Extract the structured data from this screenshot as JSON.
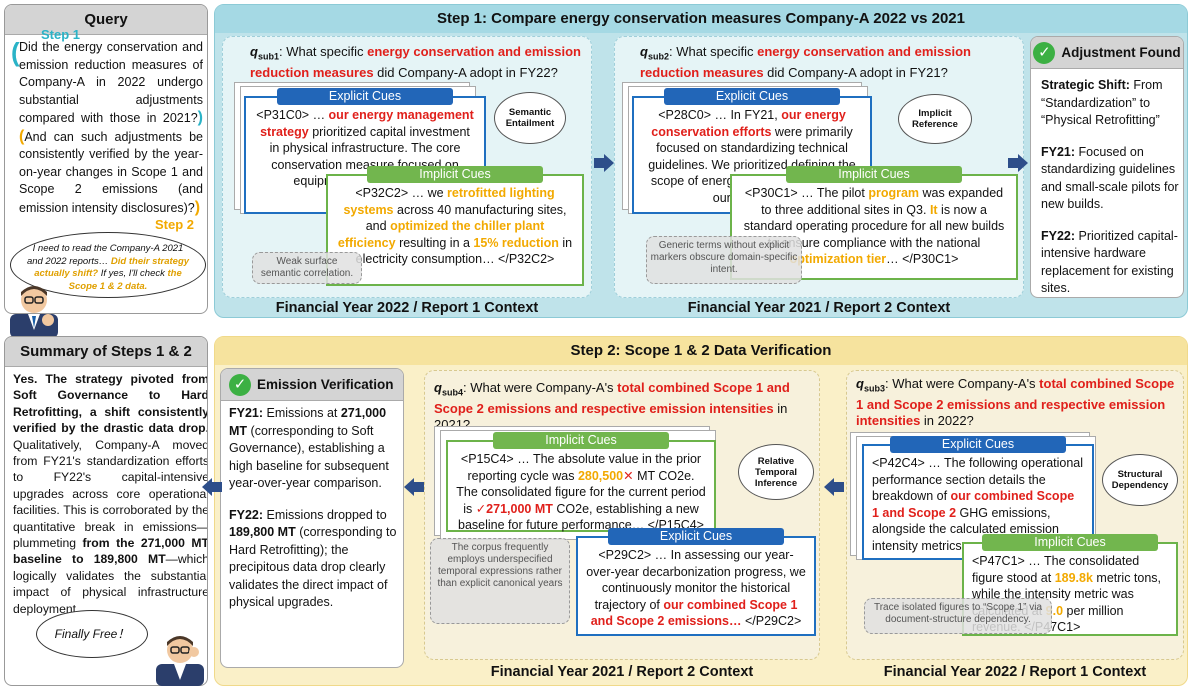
{
  "query": {
    "title": "Query",
    "step1_tag": "Step 1",
    "step2_tag": "Step 2",
    "text_part1": "Did the energy conservation and emission reduction measures of Company-A in 2022 undergo substantial adjustments compared with those in 2021?",
    "text_part2": "And can such adjustments be consistently verified by the year-on-year changes in Scope 1 and Scope 2 emissions (and emission intensity disclosures)?",
    "thought_a": "I need to read the Company-A 2021 and 2022 reports…",
    "thought_b": "Did their strategy actually shift?",
    "thought_c": "If yes, I'll check",
    "thought_d": "the Scope 1 & 2 data."
  },
  "step1": {
    "title": "Step 1: Compare energy conservation measures Company-A 2022 vs 2021",
    "sub1": {
      "q_label": "q",
      "q_sub": "sub1",
      "q_a": ": What specific ",
      "q_red": "energy conservation and emission reduction measures",
      "q_b": " did Company-A adopt in FY22?",
      "explicit_header": "Explicit Cues",
      "explicit_ref": "<P31C0>",
      "explicit_a": " … ",
      "explicit_red": "our energy management strategy",
      "explicit_b": " prioritized capital investment in physical infrastructure. The core conservation measure focused on equipment replacement…",
      "implicit_header": "Implicit Cues",
      "implicit_ref": "<P32C2>",
      "implicit_a": " … we ",
      "implicit_org1": "retrofitted lighting systems",
      "implicit_b": " across 40 manufacturing sites, and ",
      "implicit_org2": "optimized the chiller plant efficiency",
      "implicit_c": " resulting in a ",
      "implicit_org3": "15% reduction",
      "implicit_d": " in electricity consumption… </P32C2>",
      "bubble": "Semantic Entailment",
      "note": "Weak surface semantic correlation.",
      "context": "Financial Year 2022 / Report 1 Context"
    },
    "sub2": {
      "q_label": "q",
      "q_sub": "sub2",
      "q_a": ": What specific ",
      "q_red": "energy conservation and emission reduction measures",
      "q_b": " did Company-A adopt in FY21?",
      "explicit_header": "Explicit Cues",
      "explicit_ref": "<P28C0>",
      "explicit_a": " … In FY21, ",
      "explicit_red": "our energy conservation efforts",
      "explicit_b": " were primarily focused on standardizing technical guidelines. We prioritized defining the scope of energy-saving pilots across our facilities…",
      "implicit_header": "Implicit Cues",
      "implicit_ref": "<P30C1>",
      "implicit_a": " … The pilot ",
      "implicit_org1": "program",
      "implicit_b": " was expanded to three additional sites in Q3. ",
      "implicit_org2": "It",
      "implicit_c": " is now a standard operating procedure for all new builds to ensure compliance with the national ",
      "implicit_org3": "optimization tier",
      "implicit_d": "… </P30C1>",
      "bubble": "Implicit Reference",
      "note": "Generic terms without explicit markers obscure domain-specific intent.",
      "context": "Financial Year 2021 / Report 2 Context"
    },
    "adjustment": {
      "title": "Adjustment Found",
      "shift_label": "Strategic Shift:",
      "shift_text": " From “Standardization” to “Physical Retrofitting”",
      "fy21_label": "FY21:",
      "fy21_text": " Focused on standardizing guidelines and small-scale pilots for new builds.",
      "fy22_label": "FY22:",
      "fy22_text": " Prioritized capital-intensive hardware replacement for existing sites."
    }
  },
  "summary": {
    "title": "Summary of Steps 1 & 2",
    "bold_text": "Yes. The strategy pivoted from Soft Governance to Hard Retrofitting, a shift consistently verified by the drastic data drop.",
    "text_a": " Qualitatively, Company-A moved from FY21's standardization efforts to FY22's capital-intensive upgrades across core operational facilities. This is corroborated by the quantitative break in emissions—plummeting ",
    "bold_b": "from the 271,000 MT baseline to 189,800 MT",
    "text_c": "—which logically validates the substantial impact of physical infrastructure deployment.",
    "free": "Finally Free！"
  },
  "step2": {
    "title": "Step 2: Scope 1 & 2 Data Verification",
    "emission": {
      "title": "Emission Verification",
      "fy21_label": "FY21:",
      "fy21_a": " Emissions at ",
      "fy21_bold": "271,000 MT",
      "fy21_b": " (corresponding to Soft Governance), establishing a high baseline for subsequent year-over-year comparison.",
      "fy22_label": "FY22:",
      "fy22_a": " Emissions dropped to ",
      "fy22_bold": "189,800 MT",
      "fy22_b": " (corresponding to Hard Retrofitting); the precipitous data drop clearly validates the direct impact of physical upgrades."
    },
    "sub4": {
      "q_label": "q",
      "q_sub": "sub4",
      "q_a": ": What were Company-A's ",
      "q_red": "total combined Scope 1 and Scope 2 emissions and respective emission intensities",
      "q_b": " in 2021?",
      "implicit_header": "Implicit Cues",
      "implicit_ref": "<P15C4>",
      "implicit_a": " … The absolute value in the prior reporting cycle was ",
      "implicit_org": "280,500",
      "implicit_b": " MT CO2e. The consolidated figure for the current period is ",
      "implicit_red": "271,000 MT",
      "implicit_c": " CO2e, establishing a new baseline for future performance… </P15C4>",
      "explicit_header": "Explicit Cues",
      "explicit_ref": "<P29C2>",
      "explicit_a": " … In assessing our year-over-year decarbonization progress, we continuously monitor the historical trajectory of ",
      "explicit_red": "our combined Scope 1 and Scope 2 emissions…",
      "explicit_b": " </P29C2>",
      "bubble": "Relative Temporal Inference",
      "note": "The corpus frequently employs underspecified temporal expressions rather than explicit canonical years",
      "context": "Financial Year 2021 / Report 2 Context"
    },
    "sub3": {
      "q_label": "q",
      "q_sub": "sub3",
      "q_a": ": What were Company-A's ",
      "q_red": "total combined Scope 1 and Scope 2 emissions and respective emission intensities",
      "q_b": " in 2022?",
      "explicit_header": "Explicit Cues",
      "explicit_ref": "<P42C4>",
      "explicit_a": " … The following operational performance section details the breakdown of ",
      "explicit_red": "our combined Scope 1 and Scope 2",
      "explicit_b": " GHG emissions, alongside the calculated emission intensity metrics…",
      "implicit_header": "Implicit Cues",
      "implicit_ref": "<P47C1>",
      "implicit_a": " … The consolidated figure stood at ",
      "implicit_org1": "189.8k",
      "implicit_b": " metric tons, while the intensity metric was calculated at ",
      "implicit_org2": "9.0",
      "implicit_c": " per million revenue. </P47C1>",
      "bubble": "Structural Dependency",
      "note": "Trace isolated figures to “Scope 1” via document-structure dependency.",
      "context": "Financial Year 2022 / Report 1 Context"
    }
  }
}
